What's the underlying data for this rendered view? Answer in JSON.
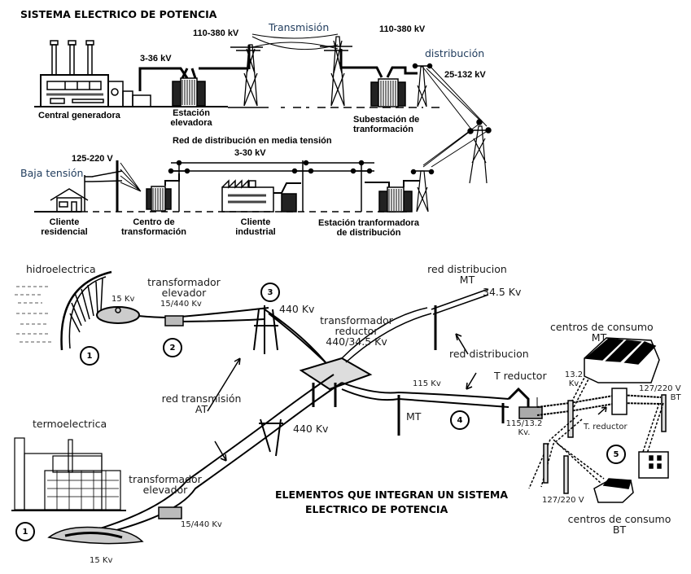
{
  "top_diagram": {
    "title": "SISTEMA ELECTRICO DE POTENCIA",
    "labels": {
      "transmision": "Transmisión",
      "voltage_tx_left": "110-380 kV",
      "voltage_tx_right": "110-380 kV",
      "voltage_gen": "3-36 kV",
      "distribucion": "distribución",
      "voltage_dist": "25-132  kV",
      "central_generadora": "Central generadora",
      "estacion_elevadora_1": "Estación",
      "estacion_elevadora_2": "elevadora",
      "subestacion_1": "Subestación de",
      "subestacion_2": "tranformación",
      "red_media_tension": "Red de distribución en media tensión",
      "voltage_mt": "3-30 kV",
      "voltage_bt": "125-220  V",
      "baja_tension": "Baja tensión",
      "cliente_residencial_1": "Cliente",
      "cliente_residencial_2": "residencial",
      "centro_transformacion_1": "Centro de",
      "centro_transformacion_2": "transformación",
      "cliente_industrial_1": "Cliente",
      "cliente_industrial_2": "industrial",
      "estacion_distribucion_1": "Estación tranformadora",
      "estacion_distribucion_2": "de distribución"
    }
  },
  "bottom_diagram": {
    "title_line1": "ELEMENTOS QUE INTEGRAN UN SISTEMA",
    "title_line2": "ELECTRICO DE POTENCIA",
    "labels": {
      "hidroelectrica": "hidroelectrica",
      "hidro_voltage": "15 Kv",
      "transformador_elevador_top_1": "transformador",
      "transformador_elevador_top_2": "elevador",
      "transformador_elevador_top_ratio": "15/440 Kv",
      "voltage_440_top": "440 Kv",
      "transformador_reductor_1": "transformador",
      "transformador_reductor_2": "reductor",
      "transformador_reductor_ratio": "440/34.5 Kv",
      "red_distribucion_mt_1": "red distribucion",
      "red_distribucion_mt_2": "MT",
      "voltage_34_5": "34.5 Kv",
      "red_distribucion": "red distribucion",
      "red_transmision_1": "red transmisión",
      "red_transmision_2": "AT",
      "voltage_440_bottom": "440 Kv",
      "voltage_115": "115 Kv",
      "mt": "MT",
      "t_reductor": "T reductor",
      "ratio_115_13_2_1": "115/13.2",
      "ratio_115_13_2_2": "Kv.",
      "voltage_13_2_1": "13.2",
      "voltage_13_2_2": "Kv",
      "centros_consumo_mt_1": "centros de consumo",
      "centros_consumo_mt_2": "MT",
      "voltage_127_220_right_1": "127/220 V",
      "voltage_127_220_right_2": "BT",
      "t_reductor_2": "T. reductor",
      "voltage_127_220_bottom": "127/220 V",
      "centros_consumo_bt_1": "centros de consumo",
      "centros_consumo_bt_2": "BT",
      "termoelectrica": "termoelectrica",
      "transformador_elevador_bottom_1": "transformador",
      "transformador_elevador_bottom_2": "elevador",
      "transformador_elevador_bottom_ratio": "15/440 Kv",
      "termo_voltage": "15 Kv"
    },
    "step_numbers": {
      "hidro": "1",
      "elevador": "2",
      "transmision": "3",
      "distribucion": "4",
      "consumo": "5",
      "termo": "1"
    }
  }
}
